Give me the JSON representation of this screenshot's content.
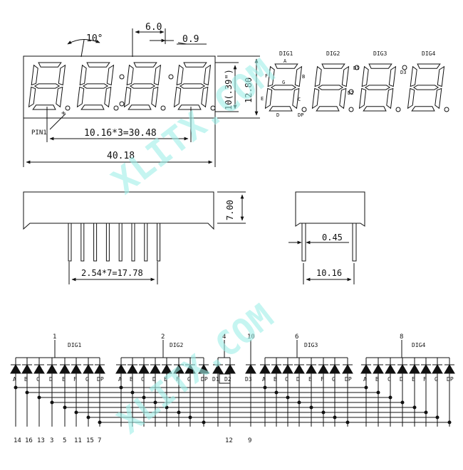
{
  "front": {
    "angle": "10°",
    "seg_width": "6.0",
    "seg_stroke": "0.9",
    "height_inner": "10(.39\")",
    "height_outer": "12.80",
    "pitch": "10.16*3=30.48",
    "width": "40.18",
    "pin1": "PIN1"
  },
  "segment_diagram": {
    "digits": [
      "DIG1",
      "DIG2",
      "DIG3",
      "DIG4"
    ],
    "seg_letters": {
      "a": "A",
      "b": "B",
      "c": "C",
      "d": "D",
      "e": "E",
      "f": "F",
      "g": "G",
      "dp": "DP"
    },
    "colons": [
      "D1",
      "D2",
      "D3"
    ]
  },
  "side": {
    "height": "7.00",
    "pin_pitch": "2.54*7=17.78",
    "pin_width": "0.45",
    "depth": "10.16"
  },
  "schematic": {
    "groups": [
      {
        "label": "DIG1",
        "common_pin": "1"
      },
      {
        "label": "DIG2",
        "common_pin": "2"
      },
      {
        "label": "DIG3",
        "common_pin": "6"
      },
      {
        "label": "DIG4",
        "common_pin": "8"
      }
    ],
    "colon_common_pin": "4",
    "d3_pin": "10",
    "segment_labels": [
      "A",
      "B",
      "C",
      "D",
      "E",
      "F",
      "G",
      "DP"
    ],
    "colon_labels": [
      "D1",
      "D2",
      "D3"
    ],
    "bottom_pins": [
      "14",
      "16",
      "13",
      "3",
      "5",
      "11",
      "15",
      "7"
    ],
    "d2_pin": "12",
    "d3_bottom_pin": "9"
  },
  "watermark": "XLITX.COM",
  "colors": {
    "line": "#111111",
    "watermark": "#9eeee8"
  }
}
